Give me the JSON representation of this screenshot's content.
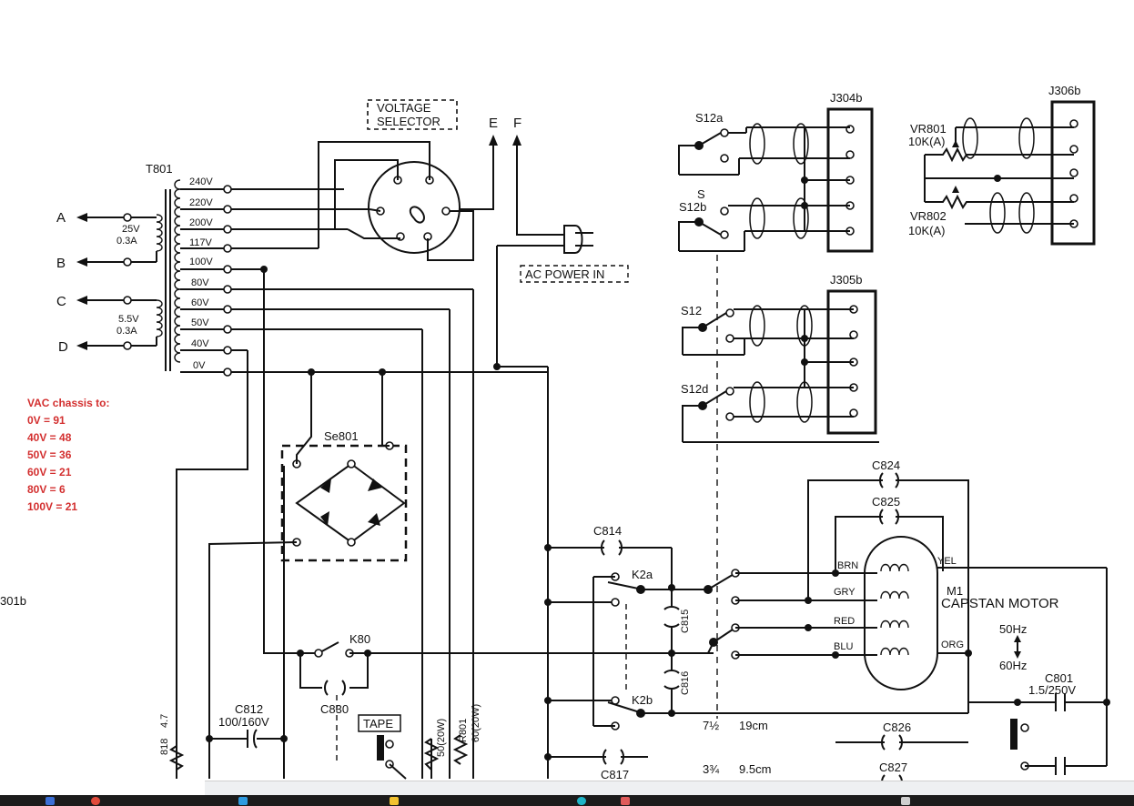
{
  "transformer": {
    "name": "T801",
    "taps": [
      "240V",
      "220V",
      "200V",
      "117V",
      "100V",
      "80V",
      "60V",
      "50V",
      "40V",
      "0V"
    ],
    "secondary": [
      {
        "spec_line1": "25V",
        "spec_line2": "0.3A",
        "terminals": [
          "A",
          "B"
        ]
      },
      {
        "spec_line1": "5.5V",
        "spec_line2": "0.3A",
        "terminals": [
          "C",
          "D"
        ]
      }
    ]
  },
  "voltage_selector": {
    "line1": "VOLTAGE",
    "line2": "SELECTOR"
  },
  "terminals": {
    "e": "E",
    "f": "F"
  },
  "ac_power_in": "AC POWER IN",
  "bridge": "Se801",
  "jacks": {
    "j304": "J304b",
    "j305": "J305b",
    "j306": "J306b"
  },
  "switches": {
    "s12a": "S12a",
    "s_mark": "S",
    "s12b": "S12b",
    "s12": "S12",
    "s12d": "S12d"
  },
  "vr": [
    {
      "name": "VR801",
      "value": "10K(A)"
    },
    {
      "name": "VR802",
      "value": "10K(A)"
    }
  ],
  "relays": {
    "k2a": "K2a",
    "k2b": "K2b",
    "k80": "K80"
  },
  "capacitors": {
    "c814": "C814",
    "c815": "C815",
    "c816": "C816",
    "c817": "C817",
    "c824": "C824",
    "c825": "C825",
    "c826": "C826",
    "c827": "C827",
    "c830": "C830",
    "c812_name": "C812",
    "c812_value": "100/160V",
    "c801_name": "C801",
    "c801_value": "1.5/250V"
  },
  "motor": {
    "ref": "M1",
    "label": "CAPSTAN MOTOR",
    "wires_left": [
      "BRN",
      "GRY",
      "RED",
      "BLU"
    ],
    "wires_right": [
      "YEL",
      "ORG"
    ]
  },
  "freq": {
    "hz50": "50Hz",
    "hz60": "60Hz"
  },
  "speeds": [
    {
      "ips": "7½",
      "cm": "19cm"
    },
    {
      "ips": "3¾",
      "cm": "9.5cm"
    }
  ],
  "tape": "TAPE",
  "resistors": {
    "r801": "R801",
    "r801_value": "60(20W)",
    "r_other_value": "50(20W)",
    "r818": "818",
    "r818_value": "4.7"
  },
  "edge_label": "301b",
  "note": {
    "title": "VAC chassis to:",
    "lines": [
      "0V = 91",
      "40V = 48",
      "50V = 36",
      "60V = 21",
      "80V = 6",
      "100V = 21"
    ]
  }
}
